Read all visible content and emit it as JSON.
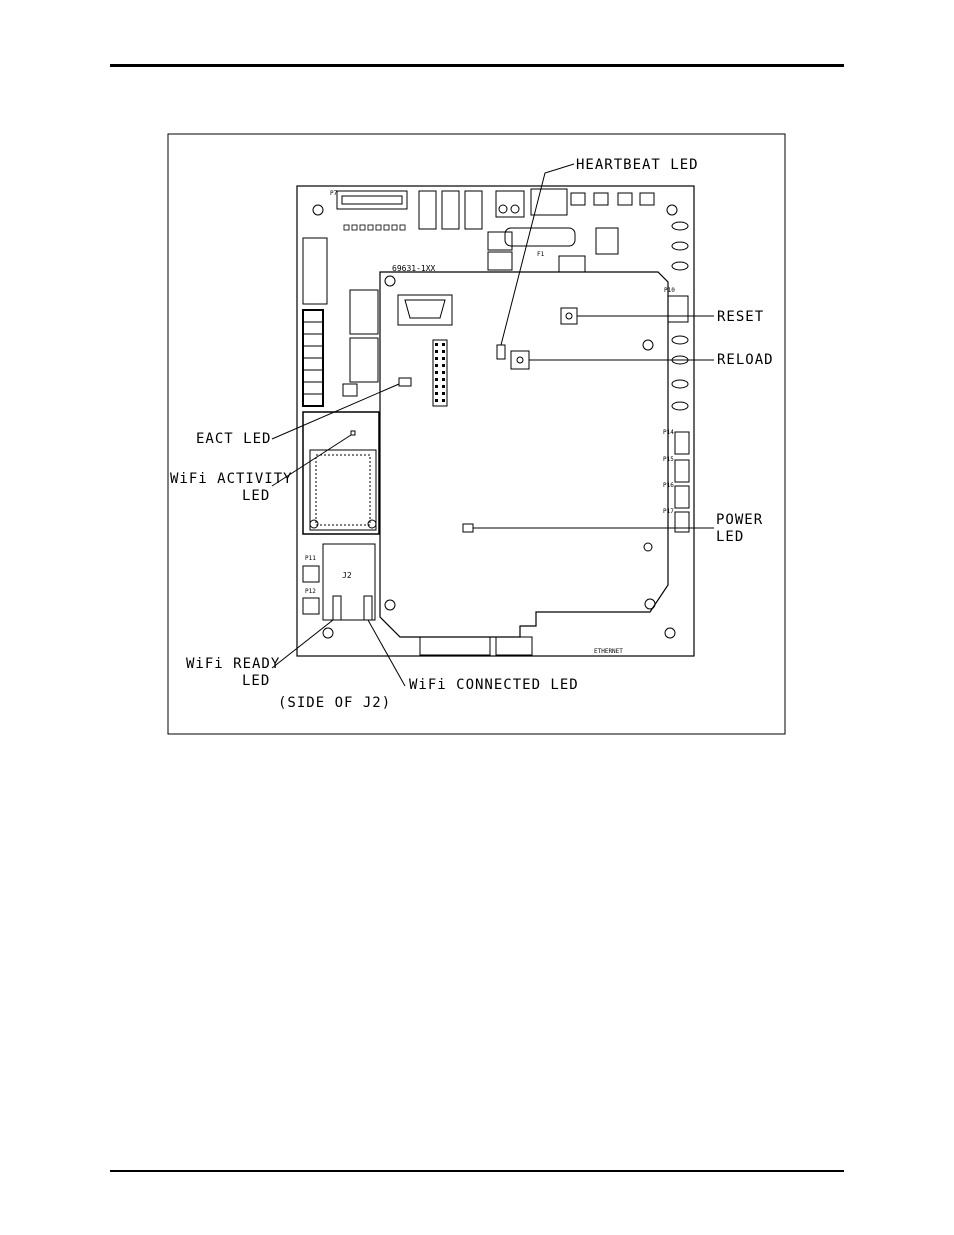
{
  "callouts": {
    "heartbeat_led": "HEARTBEAT LED",
    "reset": "RESET",
    "reload": "RELOAD",
    "eact_led": "EACT LED",
    "wifi_activity_1": "WiFi ACTIVITY",
    "wifi_activity_2": "LED",
    "power_led_1": "POWER",
    "power_led_2": "LED",
    "wifi_ready_1": "WiFi READY",
    "wifi_ready_2": "LED",
    "side_of_j2": "(SIDE OF J2)",
    "wifi_connected_led": "WiFi CONNECTED LED"
  },
  "board": {
    "model": "69631-1XX",
    "p7": "P7",
    "f1": "F1",
    "j2": "J2",
    "p11": "P11",
    "p12": "P12",
    "ethernet": "ETHERNET",
    "p10": "P10",
    "p14": "P14",
    "p15": "P15",
    "p16": "P16",
    "p17": "P17"
  }
}
